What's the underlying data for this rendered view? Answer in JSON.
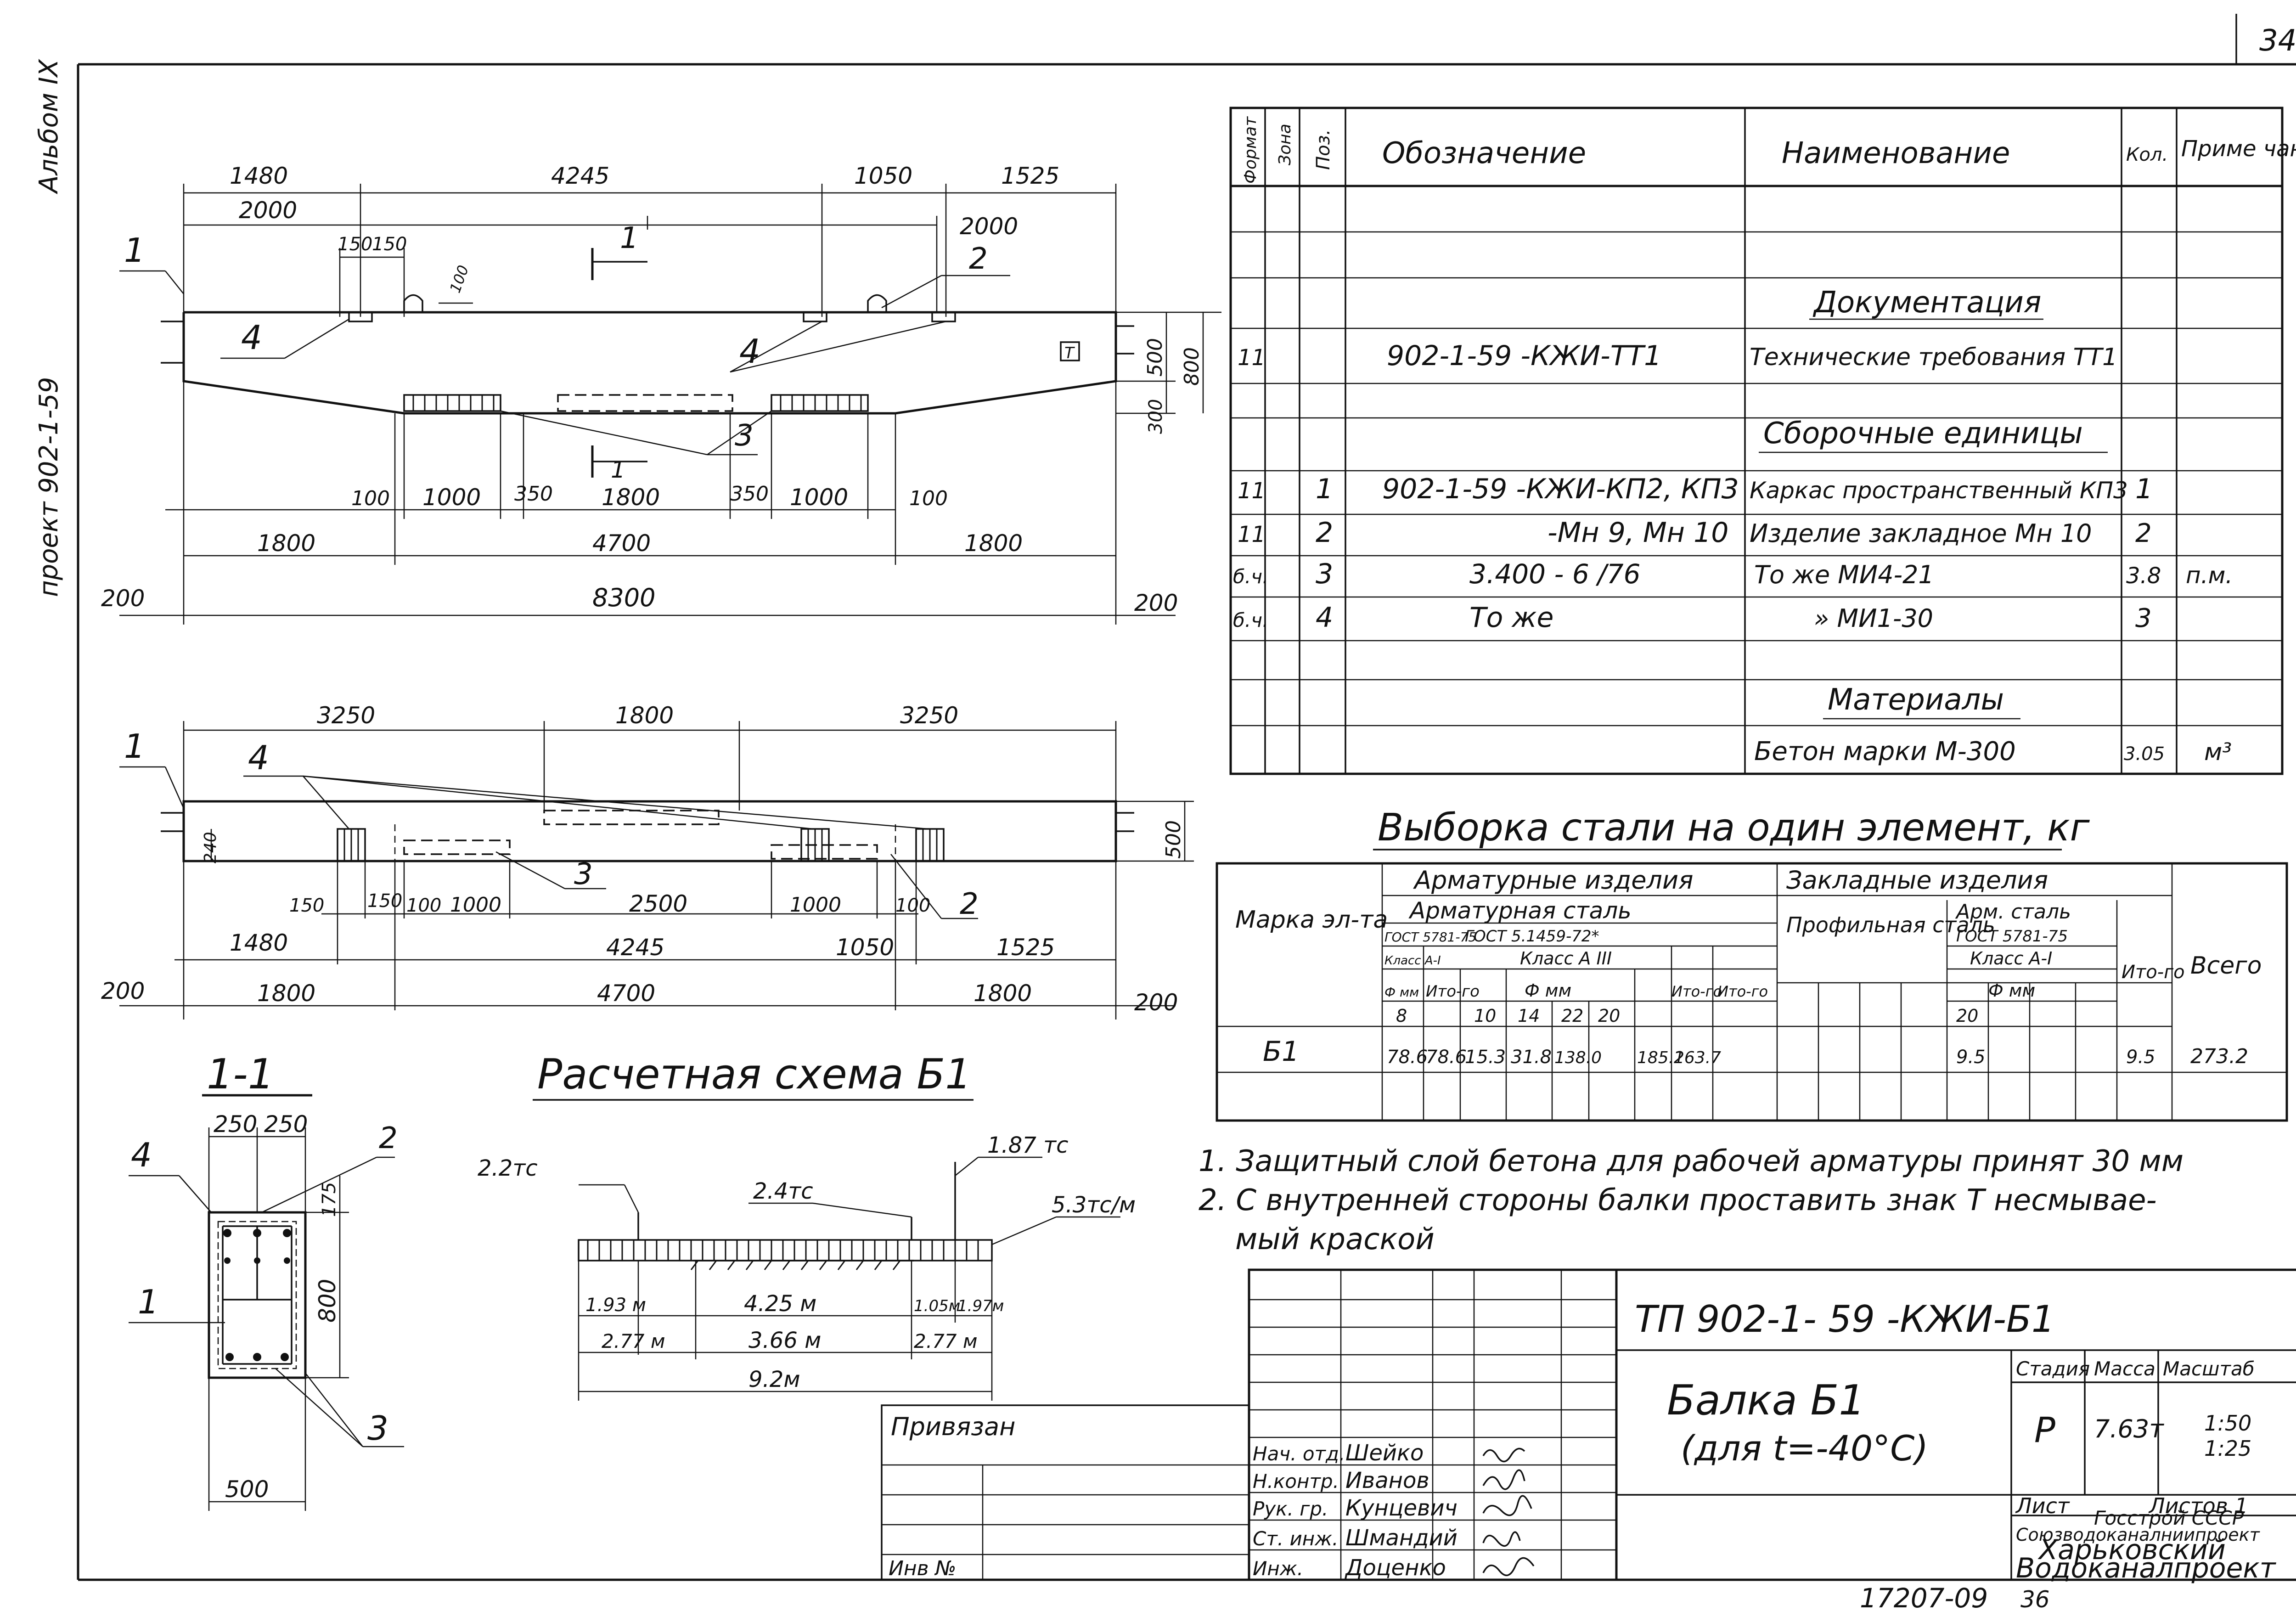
{
  "corner_sheet_no": "34",
  "side_album": "Альбом IX",
  "side_project": "проект 902-1-59",
  "bottom_archive_no": "17207-09",
  "bottom_page_no": "36",
  "elevation": {
    "dims_top": [
      "1480",
      "4245",
      "1050",
      "1525"
    ],
    "dims_2000_left": "2000",
    "dims_2000_right": "2000",
    "dims_150a": "150",
    "dims_150b": "150",
    "dims_100": "100",
    "section_label": "1",
    "dims_bottom_parts": [
      "100",
      "1000",
      "350",
      "1800",
      "350",
      "1000",
      "100"
    ],
    "dims_row2": [
      "1800",
      "4700",
      "1800"
    ],
    "total": "8300",
    "side_200_left": "200",
    "side_200_right": "200",
    "height_500": "500",
    "height_800": "800",
    "height_300": "300",
    "callouts": [
      "1",
      "4",
      "2",
      "4",
      "3"
    ],
    "mark_symbol": "Т"
  },
  "plan": {
    "dims_top": [
      "3250",
      "1800",
      "3250"
    ],
    "dim_240": "240",
    "dim_500": "500",
    "dims_mid": [
      "150",
      "150",
      "100",
      "1000",
      "2500",
      "1000",
      "100"
    ],
    "dims_row2": [
      "1480",
      "4245",
      "1050",
      "1525"
    ],
    "dims_row3": [
      "1800",
      "4700",
      "1800"
    ],
    "side_200_left": "200",
    "side_200_right": "200",
    "callouts": [
      "1",
      "4",
      "3",
      "2"
    ]
  },
  "section": {
    "title": "1-1",
    "dims_top": [
      "250",
      "250"
    ],
    "dim_175": "175",
    "dim_800": "800",
    "width": "500",
    "callouts": [
      "4",
      "2",
      "1",
      "3"
    ]
  },
  "calc_scheme": {
    "title": "Расчетная схема Б1",
    "loads": [
      "2.2тс",
      "2.4тс",
      "1.87 тс",
      "5.3тс/м"
    ],
    "row1": [
      "1.93 м",
      "4.25 м",
      "1.05м",
      "1.97м"
    ],
    "row2": [
      "2.77 м",
      "3.66 м",
      "2.77 м"
    ],
    "total": "9.2м"
  },
  "spec_table": {
    "headers": [
      "Формат",
      "Зона",
      "Поз.",
      "Обозначение",
      "Наименование",
      "Кол.",
      "Приме чание"
    ],
    "rows": [
      {
        "fmt": "",
        "pos": "",
        "designation": "",
        "name": "Документация",
        "qty": "",
        "note": "",
        "heading": true
      },
      {
        "fmt": "11",
        "pos": "",
        "designation": "902-1-59 -КЖИ-ТТ1",
        "name": "Технические требования ТТ1",
        "qty": "",
        "note": "",
        "heading": false
      },
      {
        "fmt": "",
        "pos": "",
        "designation": "",
        "name": "Сборочные единицы",
        "qty": "",
        "note": "",
        "heading": true
      },
      {
        "fmt": "11",
        "pos": "1",
        "designation": "902-1-59 -КЖИ-КП2, КП3",
        "name": "Каркас пространственный КП3",
        "qty": "1",
        "note": "",
        "heading": false
      },
      {
        "fmt": "11",
        "pos": "2",
        "designation": "-Мн 9, Мн 10",
        "name": "Изделие закладное Мн 10",
        "qty": "2",
        "note": "",
        "heading": false
      },
      {
        "fmt": "б.ч.",
        "pos": "3",
        "designation": "3.400 - 6 /76",
        "name": "То же МИ4-21",
        "qty": "3.8",
        "note": "п.м.",
        "heading": false
      },
      {
        "fmt": "б.ч.",
        "pos": "4",
        "designation": "То же",
        "name": "» МИ1-30",
        "qty": "3",
        "note": "",
        "heading": false
      },
      {
        "fmt": "",
        "pos": "",
        "designation": "",
        "name": "Материалы",
        "qty": "",
        "note": "",
        "heading": true
      },
      {
        "fmt": "",
        "pos": "",
        "designation": "",
        "name": "Бетон марки М-300",
        "qty": "3.05",
        "note": "м³",
        "heading": false
      }
    ]
  },
  "steel": {
    "title": "Выборка стали на один элемент, кг",
    "h_mark": "Марка эл-та",
    "h_arm_items": "Арматурные изделия",
    "h_arm_steel": "Арматурная сталь",
    "h_gost1": "ГОСТ 5781-75",
    "h_gost2": "ГОСТ 5.1459-72*",
    "h_klass1": "Класс А-I",
    "h_klass3": "Класс А III",
    "h_fmm1": "Ф мм",
    "h_fmm2": "Ф мм",
    "h_d8": "8",
    "h_itogo": "Ито-го",
    "h_d10": "10",
    "h_d14": "14",
    "h_d22": "22",
    "h_d20": "20",
    "h_itogo2": "Ито-го",
    "h_emb": "Закладные изделия",
    "h_prof": "Профильная сталь",
    "h_armst": "Арм. сталь",
    "h_gost3": "ГОСТ 5781-75",
    "h_klass1b": "Класс А-I",
    "h_fmm3": "Ф мм",
    "h_d20b": "20",
    "h_itogo3": "Ито-го",
    "h_total": "Всего",
    "row": {
      "mark": "Б1",
      "v8": "78.6",
      "it1": "78.6",
      "v10": "15.3",
      "v14": "31.8",
      "v22": "138.0",
      "it2": "185.1",
      "it3": "263.7",
      "v20": "9.5",
      "it4": "9.5",
      "total": "273.2"
    }
  },
  "notes": [
    "1. Защитный слой бетона для рабочей арматуры принят 30 мм",
    "2. С внутренней стороны балки проставить знак Т несмывае-",
    "мый краской"
  ],
  "title_block": {
    "doc_code": "ТП 902-1- 59 -КЖИ-Б1",
    "item_name": "Балка Б1",
    "item_sub": "(для t=-40°С)",
    "h_stage": "Стадия",
    "h_mass": "Масса",
    "h_scale": "Масштаб",
    "stage": "Р",
    "mass": "7.63т",
    "scale1": "1:50",
    "scale2": "1:25",
    "h_sheet": "Лист",
    "h_sheets": "Листов 1",
    "org1": "Госстрой СССР",
    "org2": "Союзводоканалниипроект",
    "org3": "Харьковский",
    "org4": "Водоканалпроект",
    "bound": "Привязан",
    "inv": "Инв №",
    "roles": [
      "Нач. отд.",
      "Н.контр.",
      "Рук. гр.",
      "Ст. инж.",
      "Инж."
    ],
    "names": [
      "Шейко",
      "Иванов",
      "Кунцевич",
      "Шмандий",
      "Доценко"
    ]
  }
}
